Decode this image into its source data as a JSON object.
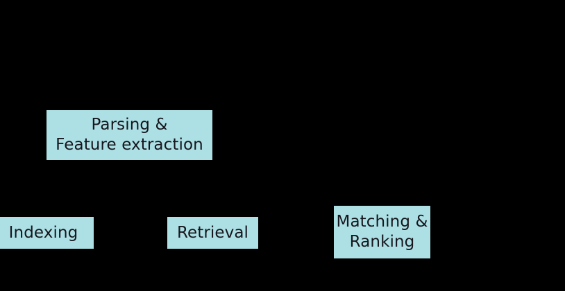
{
  "diagram": {
    "background_color": "#000000",
    "node_fill_color": "#ade0e4",
    "node_text_color": "#16161d",
    "nodes": [
      {
        "id": "parsing",
        "name": "parsing-and-feature-extraction",
        "label": "Parsing &\nFeature extraction",
        "lines": [
          "Parsing &",
          "Feature extraction"
        ]
      },
      {
        "id": "indexing",
        "name": "indexing",
        "label": "Indexing",
        "lines": [
          "Indexing"
        ]
      },
      {
        "id": "retrieval",
        "name": "retrieval",
        "label": "Retrieval",
        "lines": [
          "Retrieval"
        ]
      },
      {
        "id": "matching",
        "name": "matching-and-ranking",
        "label": "Matching &\nRanking",
        "lines": [
          "Matching &",
          "Ranking"
        ]
      }
    ]
  }
}
